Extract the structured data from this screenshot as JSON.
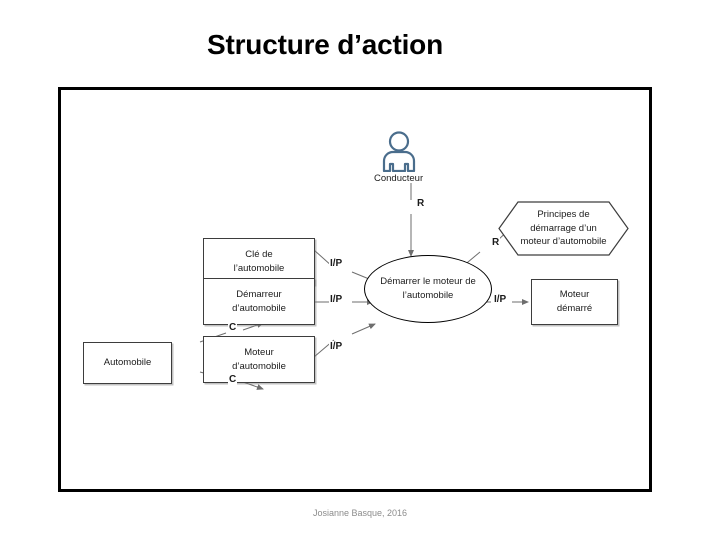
{
  "slide": {
    "title": "Structure d’action",
    "footer_credit": "Josianne Basque, 2016",
    "background_color": "#ffffff",
    "frame_border_color": "#000000"
  },
  "diagram": {
    "type": "knowledge-model",
    "actor": {
      "icon": "person-icon",
      "label": "Conducteur",
      "color": "#4a6d8c"
    },
    "nodes": [
      {
        "id": "automobile",
        "shape": "box",
        "label": "Automobile"
      },
      {
        "id": "cle",
        "shape": "box",
        "label": "Clé de\nl’automobile"
      },
      {
        "id": "demarreur",
        "shape": "box",
        "label": "Démarreur\nd’automobile"
      },
      {
        "id": "moteur-auto",
        "shape": "box",
        "label": "Moteur\nd’automobile"
      },
      {
        "id": "action",
        "shape": "ellipse",
        "label": "Démarrer le moteur de\nl’automobile"
      },
      {
        "id": "principes",
        "shape": "hexagon",
        "label": "Principes de\ndémarrage d’un\nmoteur d’automobile"
      },
      {
        "id": "moteur-dem",
        "shape": "box",
        "label": "Moteur\ndémarré"
      }
    ],
    "links": [
      {
        "id": "l1",
        "from": "automobile",
        "to": "demarreur",
        "label": "C"
      },
      {
        "id": "l2",
        "from": "automobile",
        "to": "moteur-auto",
        "label": "C"
      },
      {
        "id": "l3",
        "from": "cle",
        "to": "action",
        "label": "I/P"
      },
      {
        "id": "l4",
        "from": "demarreur",
        "to": "action",
        "label": "I/P"
      },
      {
        "id": "l5",
        "from": "moteur-auto",
        "to": "action",
        "label": "I/P"
      },
      {
        "id": "l6",
        "from": "conducteur",
        "to": "action",
        "label": "R"
      },
      {
        "id": "l7",
        "from": "principes",
        "to": "action",
        "label": "R"
      },
      {
        "id": "l8",
        "from": "action",
        "to": "moteur-dem",
        "label": "I/P"
      }
    ]
  }
}
